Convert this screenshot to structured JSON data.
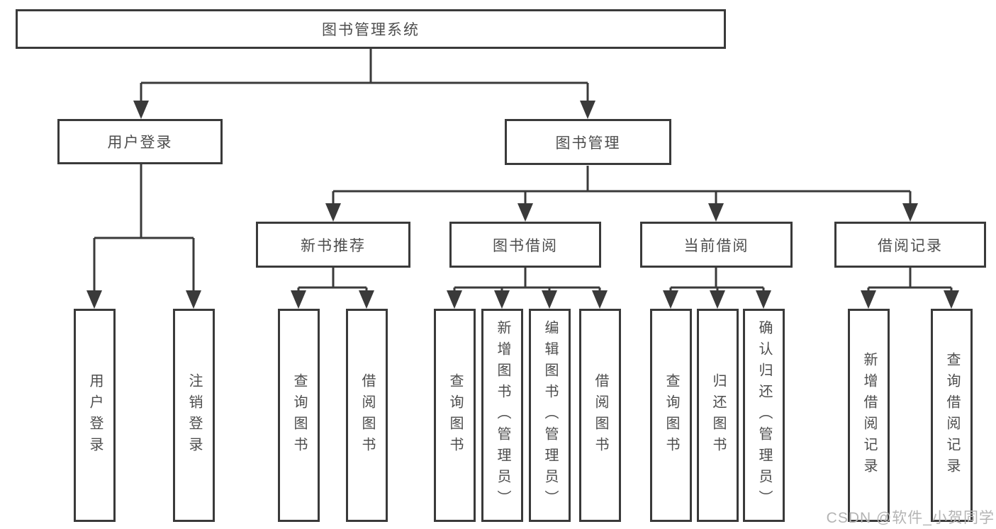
{
  "diagram": {
    "root": {
      "label": "图书管理系统"
    },
    "level2": [
      {
        "label": "用户登录"
      },
      {
        "label": "图书管理"
      }
    ],
    "level3": [
      {
        "label": "新书推荐"
      },
      {
        "label": "图书借阅"
      },
      {
        "label": "当前借阅"
      },
      {
        "label": "借阅记录"
      }
    ],
    "leaves": {
      "user_login": [
        {
          "label": "用户登录"
        },
        {
          "label": "注销登录"
        }
      ],
      "new_book": [
        {
          "label": "查询图书"
        },
        {
          "label": "借阅图书"
        }
      ],
      "borrow": [
        {
          "label": "查询图书"
        },
        {
          "label": "新增图书（管理员）"
        },
        {
          "label": "编辑图书（管理员）"
        },
        {
          "label": "借阅图书"
        }
      ],
      "current": [
        {
          "label": "查询图书"
        },
        {
          "label": "归还图书"
        },
        {
          "label": "确认归还（管理员）"
        }
      ],
      "records": [
        {
          "label": "新增借阅记录"
        },
        {
          "label": "查询借阅记录"
        }
      ]
    },
    "watermark": "CSDN @软件_小贺同学",
    "colors": {
      "line": "#3a3a3a",
      "text": "#4d4d4d",
      "background": "#ffffff",
      "watermark": "#b4b4b4"
    }
  }
}
